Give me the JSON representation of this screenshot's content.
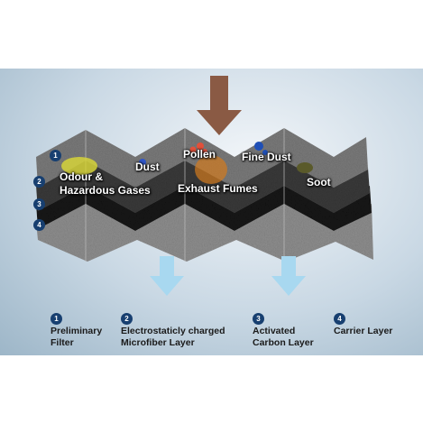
{
  "particles": {
    "odour": "Odour &",
    "hazardous": "Hazardous Gases",
    "dust": "Dust",
    "pollen": "Pollen",
    "fine_dust": "Fine Dust",
    "soot": "Soot",
    "exhaust": "Exhaust Fumes"
  },
  "side_numbers": [
    "1",
    "2",
    "3",
    "4"
  ],
  "legend": [
    {
      "num": "1",
      "line1": "Preliminary",
      "line2": "Filter"
    },
    {
      "num": "2",
      "line1": "Electrostaticly charged",
      "line2": "Microfiber Layer"
    },
    {
      "num": "3",
      "line1": "Activated",
      "line2": "Carbon Layer"
    },
    {
      "num": "4",
      "line1": "Carrier Layer",
      "line2": ""
    }
  ],
  "colors": {
    "inflow_arrow": "#8a5a44",
    "outflow_arrow": "#a8d8f0",
    "number_badge": "#173f70"
  }
}
